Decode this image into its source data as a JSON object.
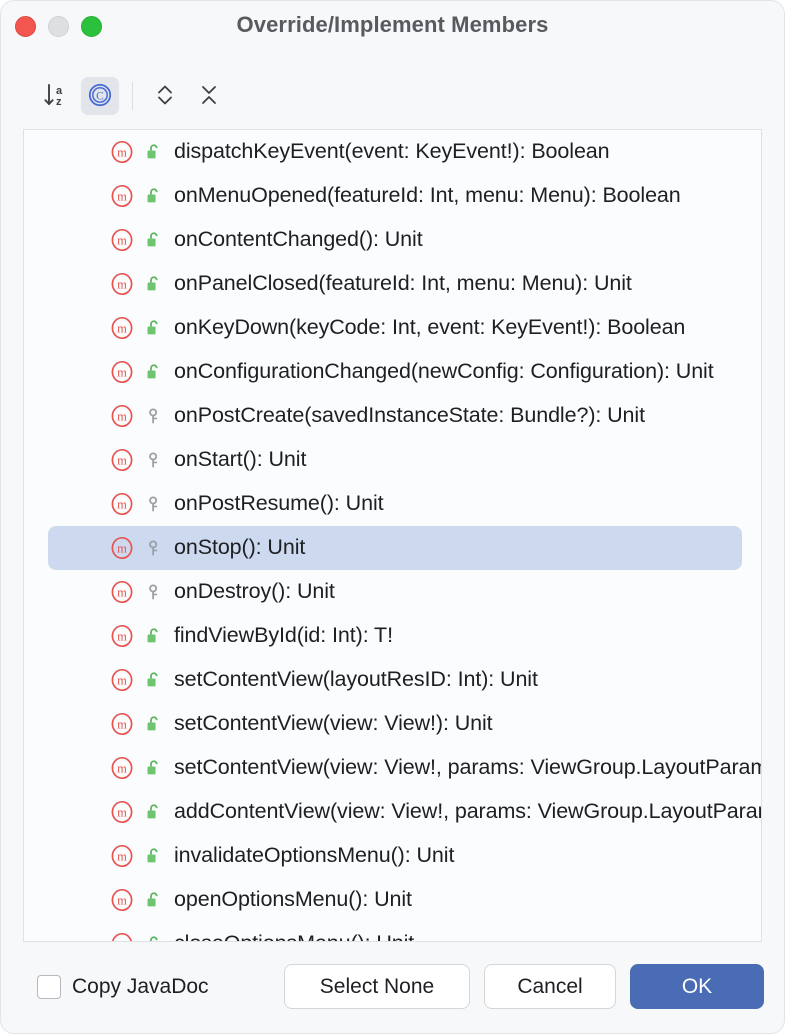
{
  "window": {
    "title": "Override/Implement Members",
    "traffic_lights": [
      {
        "name": "close",
        "color": "#f2564e"
      },
      {
        "name": "minimize",
        "color": "#dedfe1"
      },
      {
        "name": "zoom",
        "color": "#2bc13d"
      }
    ]
  },
  "toolbar": {
    "items": [
      {
        "icon": "sort-alphabetically-icon",
        "label": "Sort alphabetically",
        "active": false
      },
      {
        "icon": "show-class-icon",
        "label": "Show class",
        "active": true
      },
      {
        "icon": "expand-all-icon",
        "label": "Expand all",
        "active": false
      },
      {
        "icon": "collapse-all-icon",
        "label": "Collapse all",
        "active": false
      }
    ]
  },
  "list": {
    "rows": [
      {
        "member_icon": "method-icon",
        "access_icon": "unlocked-public-icon",
        "label": "dispatchKeyEvent(event: KeyEvent!): Boolean",
        "selected": false
      },
      {
        "member_icon": "method-icon",
        "access_icon": "unlocked-public-icon",
        "label": "onMenuOpened(featureId: Int, menu: Menu): Boolean",
        "selected": false
      },
      {
        "member_icon": "method-icon",
        "access_icon": "unlocked-public-icon",
        "label": "onContentChanged(): Unit",
        "selected": false
      },
      {
        "member_icon": "method-icon",
        "access_icon": "unlocked-public-icon",
        "label": "onPanelClosed(featureId: Int, menu: Menu): Unit",
        "selected": false
      },
      {
        "member_icon": "method-icon",
        "access_icon": "unlocked-public-icon",
        "label": "onKeyDown(keyCode: Int, event: KeyEvent!): Boolean",
        "selected": false
      },
      {
        "member_icon": "method-icon",
        "access_icon": "unlocked-public-icon",
        "label": "onConfigurationChanged(newConfig: Configuration): Unit",
        "selected": false
      },
      {
        "member_icon": "method-icon",
        "access_icon": "key-protected-icon",
        "label": "onPostCreate(savedInstanceState: Bundle?): Unit",
        "selected": false
      },
      {
        "member_icon": "method-icon",
        "access_icon": "key-protected-icon",
        "label": "onStart(): Unit",
        "selected": false
      },
      {
        "member_icon": "method-icon",
        "access_icon": "key-protected-icon",
        "label": "onPostResume(): Unit",
        "selected": false
      },
      {
        "member_icon": "method-icon",
        "access_icon": "key-protected-icon",
        "label": "onStop(): Unit",
        "selected": true
      },
      {
        "member_icon": "method-icon",
        "access_icon": "key-protected-icon",
        "label": "onDestroy(): Unit",
        "selected": false
      },
      {
        "member_icon": "method-icon",
        "access_icon": "unlocked-public-icon",
        "label": "findViewById(id: Int): T!",
        "selected": false
      },
      {
        "member_icon": "method-icon",
        "access_icon": "unlocked-public-icon",
        "label": "setContentView(layoutResID: Int): Unit",
        "selected": false
      },
      {
        "member_icon": "method-icon",
        "access_icon": "unlocked-public-icon",
        "label": "setContentView(view: View!): Unit",
        "selected": false
      },
      {
        "member_icon": "method-icon",
        "access_icon": "unlocked-public-icon",
        "label": "setContentView(view: View!, params: ViewGroup.LayoutParams!): Unit",
        "selected": false
      },
      {
        "member_icon": "method-icon",
        "access_icon": "unlocked-public-icon",
        "label": "addContentView(view: View!, params: ViewGroup.LayoutParams!): Unit",
        "selected": false
      },
      {
        "member_icon": "method-icon",
        "access_icon": "unlocked-public-icon",
        "label": "invalidateOptionsMenu(): Unit",
        "selected": false
      },
      {
        "member_icon": "method-icon",
        "access_icon": "unlocked-public-icon",
        "label": "openOptionsMenu(): Unit",
        "selected": false
      },
      {
        "member_icon": "method-icon",
        "access_icon": "unlocked-public-icon",
        "label": "closeOptionsMenu(): Unit",
        "selected": false
      }
    ]
  },
  "footer": {
    "copy_javadoc_label": "Copy JavaDoc",
    "copy_javadoc_checked": false,
    "select_none_label": "Select None",
    "cancel_label": "Cancel",
    "ok_label": "OK"
  },
  "colors": {
    "accent": "#4a6cb5",
    "selection": "#ccd9ef",
    "method_icon": "#e8534f",
    "public_lock": "#59b560",
    "protected_key": "#9aa0a6"
  }
}
